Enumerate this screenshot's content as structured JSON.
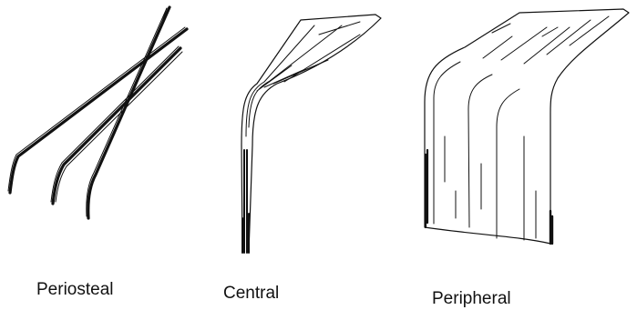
{
  "panels": [
    {
      "caption": "Periosteal"
    },
    {
      "caption": "Central"
    },
    {
      "caption": "Peripheral"
    }
  ]
}
